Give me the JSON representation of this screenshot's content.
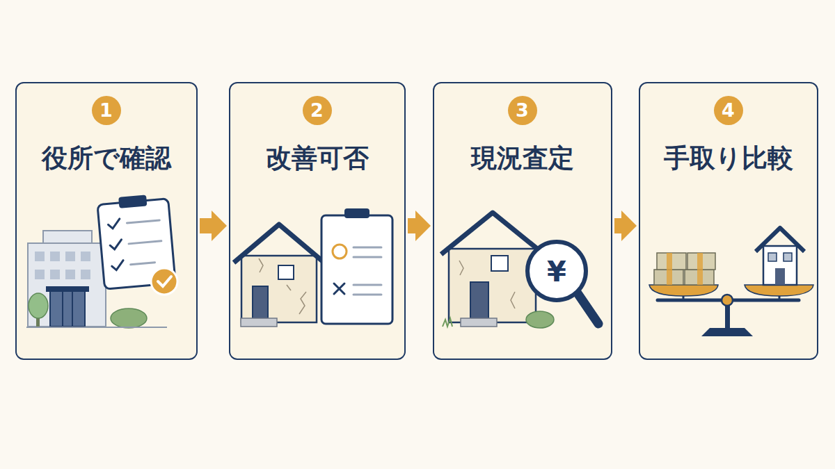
{
  "diagram": {
    "nodes": [
      {
        "text": [
          "役所で確認"
        ]
      },
      {
        "text": [
          "1"
        ],
        "in": 0
      },
      {
        "text": [
          "改善可否"
        ]
      },
      {
        "text": [
          "2"
        ],
        "in": 2
      },
      {
        "text": [
          "現況査定"
        ]
      },
      {
        "text": [
          "3"
        ],
        "in": 4
      },
      {
        "text": [
          "手取り比較"
        ]
      },
      {
        "text": [
          "4"
        ],
        "in": 6
      }
    ],
    "edges": [
      {
        "from": 0,
        "to": 2,
        "arrow": "to"
      },
      {
        "from": 2,
        "to": 4,
        "arrow": "to"
      },
      {
        "from": 4,
        "to": 6,
        "arrow": "to"
      }
    ],
    "labels": [
      "¥"
    ]
  }
}
